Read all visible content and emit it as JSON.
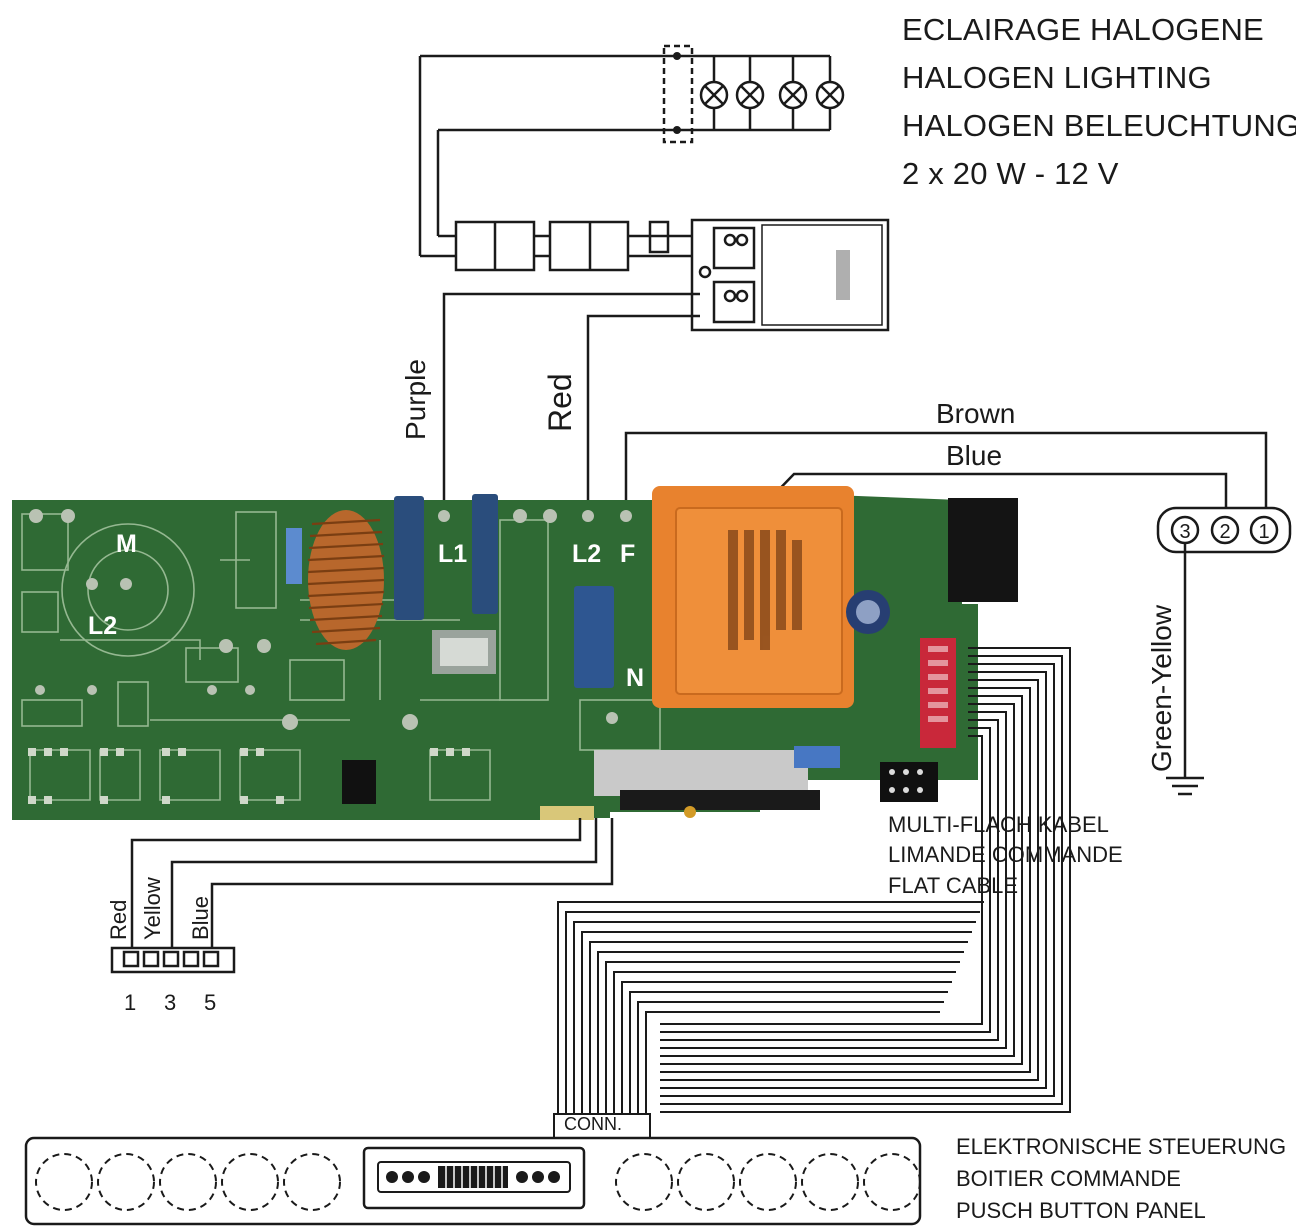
{
  "title_block": {
    "lines": [
      "ECLAIRAGE HALOGENE",
      "HALOGEN LIGHTING",
      "HALOGEN BELEUCHTUNG",
      "2 x 20 W - 12 V"
    ]
  },
  "wire_labels": {
    "purple": "Purple",
    "red": "Red",
    "brown": "Brown",
    "blue": "Blue",
    "green_yellow": "Green-Yellow"
  },
  "board_labels": {
    "m": "M",
    "l2_left": "L2",
    "l1": "L1",
    "l2": "L2",
    "f": "F",
    "n": "N"
  },
  "mains_terminal": [
    "3",
    "2",
    "1"
  ],
  "flat_cable": [
    "MULTI-FLACH KABEL",
    "LIMANDE COMMANDE",
    "FLAT CABLE"
  ],
  "lower_connector": {
    "wires": [
      "Red",
      "Yellow",
      "Blue"
    ],
    "pins": [
      "1",
      "3",
      "5"
    ]
  },
  "conn_label": "CONN.",
  "panel_label": [
    "ELEKTRONISCHE STEUERUNG",
    "BOITIER COMMANDE",
    "PUSCH BUTTON PANEL"
  ],
  "colors": {
    "pcb_green": "#2f6a34",
    "transformer_orange": "#e8822e",
    "coil_copper": "#b8672c",
    "line": "#1a1a1a"
  }
}
